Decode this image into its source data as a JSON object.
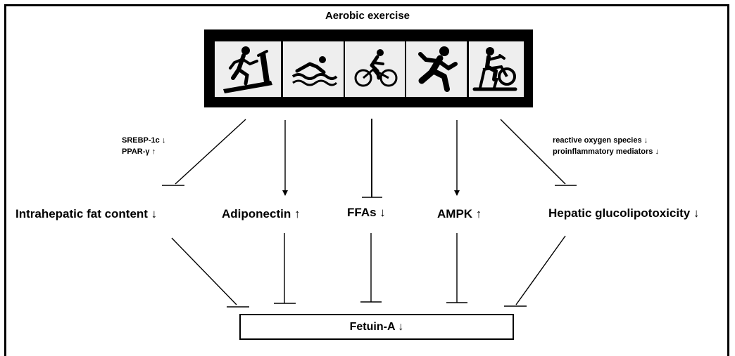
{
  "diagram": {
    "title": "Aerobic exercise",
    "activities": [
      {
        "icon": "treadmill-running-icon"
      },
      {
        "icon": "swimming-icon"
      },
      {
        "icon": "cycling-icon"
      },
      {
        "icon": "sprinting-icon"
      },
      {
        "icon": "stationary-bike-icon"
      }
    ],
    "annotation_left": [
      "SREBP-1c ↓",
      "PPAR-γ ↑"
    ],
    "annotation_right": [
      "reactive oxygen species ↓",
      "proinflammatory mediators ↓"
    ],
    "mediators": [
      {
        "label": "Intrahepatic fat content ↓",
        "effect_from_exercise": "inhibits"
      },
      {
        "label": "Adiponectin ↑",
        "effect_from_exercise": "activates"
      },
      {
        "label": "FFAs ↓",
        "effect_from_exercise": "inhibits"
      },
      {
        "label": "AMPK ↑",
        "effect_from_exercise": "activates"
      },
      {
        "label": "Hepatic glucolipotoxicity ↓",
        "effect_from_exercise": "inhibits"
      }
    ],
    "outcome": "Fetuin-A ↓",
    "colors": {
      "line": "#000000",
      "tile": "#eeeeee",
      "band": "#000000"
    }
  }
}
